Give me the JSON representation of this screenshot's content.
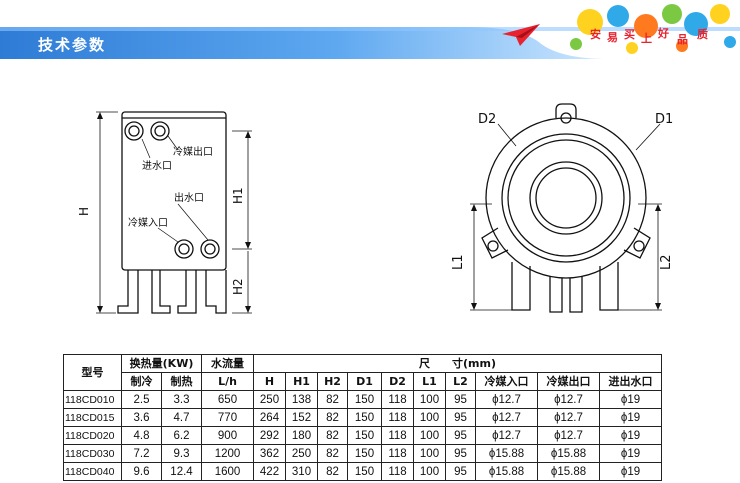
{
  "header": {
    "title": "技术参数",
    "slogan": [
      "安",
      "易",
      "买",
      "上",
      "好",
      "品",
      "质"
    ],
    "colors": {
      "band": "#2e7bd6",
      "band_light": "#8fc6ff",
      "slogan": "#e8232f",
      "plane": "#e8232f"
    }
  },
  "front_view": {
    "labels": {
      "refrigerant_out": "冷媒出口",
      "water_in": "进水口",
      "water_out": "出水口",
      "refrigerant_in": "冷媒入口",
      "H": "H",
      "H1": "H1",
      "H2": "H2"
    }
  },
  "top_view": {
    "labels": {
      "D2": "D2",
      "D1": "D1",
      "L1": "L1",
      "L2": "L2"
    }
  },
  "table": {
    "headers": {
      "model": "型号",
      "heat": "换热量(KW)",
      "cooling": "制冷",
      "heating": "制热",
      "flow": "水流量",
      "flow_unit": "L/h",
      "dimensions": "尺　　寸(mm)",
      "dims": [
        "H",
        "H1",
        "H2",
        "D1",
        "D2",
        "L1",
        "L2",
        "冷媒入口",
        "冷媒出口",
        "进出水口"
      ]
    },
    "rows": [
      [
        "118CD010",
        "2.5",
        "3.3",
        "650",
        "250",
        "138",
        "82",
        "150",
        "118",
        "100",
        "95",
        "ϕ12.7",
        "ϕ12.7",
        "ϕ19"
      ],
      [
        "118CD015",
        "3.6",
        "4.7",
        "770",
        "264",
        "152",
        "82",
        "150",
        "118",
        "100",
        "95",
        "ϕ12.7",
        "ϕ12.7",
        "ϕ19"
      ],
      [
        "118CD020",
        "4.8",
        "6.2",
        "900",
        "292",
        "180",
        "82",
        "150",
        "118",
        "100",
        "95",
        "ϕ12.7",
        "ϕ12.7",
        "ϕ19"
      ],
      [
        "118CD030",
        "7.2",
        "9.3",
        "1200",
        "362",
        "250",
        "82",
        "150",
        "118",
        "100",
        "95",
        "ϕ15.88",
        "ϕ15.88",
        "ϕ19"
      ],
      [
        "118CD040",
        "9.6",
        "12.4",
        "1600",
        "422",
        "310",
        "82",
        "150",
        "118",
        "100",
        "95",
        "ϕ15.88",
        "ϕ15.88",
        "ϕ19"
      ]
    ]
  }
}
